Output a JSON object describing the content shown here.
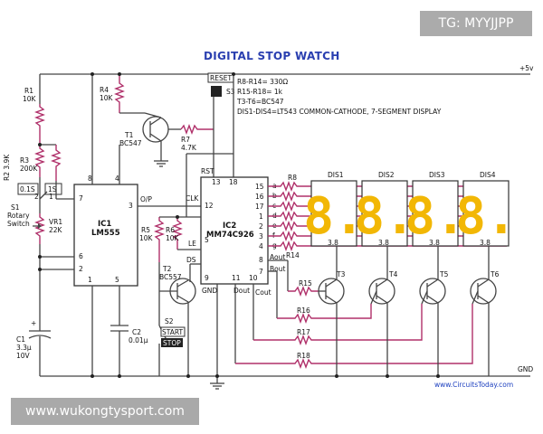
{
  "title": "DIGITAL STOP WATCH",
  "watermark_tg": "TG: MYYJJPP",
  "watermark_site": "www.wukongtysport.com",
  "credit": "www.CircuitsToday.com",
  "notes": [
    "R8-R14= 330Ω",
    "R15-R18= 1k",
    "T3-T6=BC547",
    "DIS1-DIS4=LT543 COMMON-CATHODE, 7-SEGMENT DISPLAY"
  ],
  "rails": {
    "vcc": "+5v",
    "gnd": "GND"
  },
  "ic1": {
    "name": "IC1",
    "part": "LM555",
    "pins": {
      "p8": "8",
      "p4": "4",
      "p7": "7",
      "p3": "3",
      "p6": "6",
      "p2": "2",
      "p1": "1",
      "p5": "5"
    },
    "out_label": "O/P"
  },
  "ic2": {
    "name": "IC2",
    "part": "MM74C926",
    "pins": {
      "p13": "13",
      "p18": "18",
      "p12": "12",
      "p5": "5",
      "p9": "9",
      "p11": "11",
      "p10": "10",
      "p8": "8",
      "p7": "7",
      "p15": "15",
      "p16": "16",
      "p17": "17",
      "p1": "1",
      "p2": "2",
      "p3": "3",
      "p4": "4"
    },
    "labels": {
      "rst": "RST",
      "clk": "CLK",
      "le": "LE",
      "ds": "DS",
      "gnd": "GND",
      "dout": "Dout",
      "cout": "Cout",
      "aout": "Aout",
      "bout": "Bout"
    },
    "seg_labels": [
      "a",
      "b",
      "c",
      "d",
      "e",
      "f",
      "g"
    ]
  },
  "components": {
    "r1": {
      "name": "R1",
      "value": "10K"
    },
    "r2": {
      "name": "R2",
      "value": "3.9K"
    },
    "r3": {
      "name": "R3",
      "value": "200K"
    },
    "r4": {
      "name": "R4",
      "value": "10K"
    },
    "r5": {
      "name": "R5",
      "value": "10K"
    },
    "r6": {
      "name": "R6",
      "value": "10K"
    },
    "r7": {
      "name": "R7",
      "value": "4.7K"
    },
    "r8": {
      "name": "R8"
    },
    "r14": {
      "name": "R14"
    },
    "r15": {
      "name": "R15"
    },
    "r16": {
      "name": "R16"
    },
    "r17": {
      "name": "R17"
    },
    "r18": {
      "name": "R18"
    },
    "vr1": {
      "name": "VR1",
      "value": "22K"
    },
    "c1": {
      "name": "C1",
      "value": "3.3µ",
      "voltage": "10V"
    },
    "c2": {
      "name": "C2",
      "value": "0.01µ"
    },
    "t1": {
      "name": "T1",
      "part": "BC547"
    },
    "t2": {
      "name": "T2",
      "part": "BC557"
    },
    "t3": {
      "name": "T3"
    },
    "t4": {
      "name": "T4"
    },
    "t5": {
      "name": "T5"
    },
    "t6": {
      "name": "T6"
    },
    "s1": {
      "name": "S1",
      "desc1": "Rotary",
      "desc2": "Switch",
      "pos1": "0.1S",
      "pos2": "1S",
      "n1": "1",
      "n2": "2"
    },
    "s2": {
      "name": "S2",
      "label1": "START",
      "label2": "STOP"
    },
    "s3": {
      "name": "S3",
      "label": "RESET"
    }
  },
  "displays": [
    {
      "name": "DIS1",
      "digit": "8.",
      "pin": "3.8"
    },
    {
      "name": "DIS2",
      "digit": "8.",
      "pin": "3.8"
    },
    {
      "name": "DIS3",
      "digit": "8.",
      "pin": "3.8"
    },
    {
      "name": "DIS4",
      "digit": "8.",
      "pin": "3.8"
    }
  ]
}
